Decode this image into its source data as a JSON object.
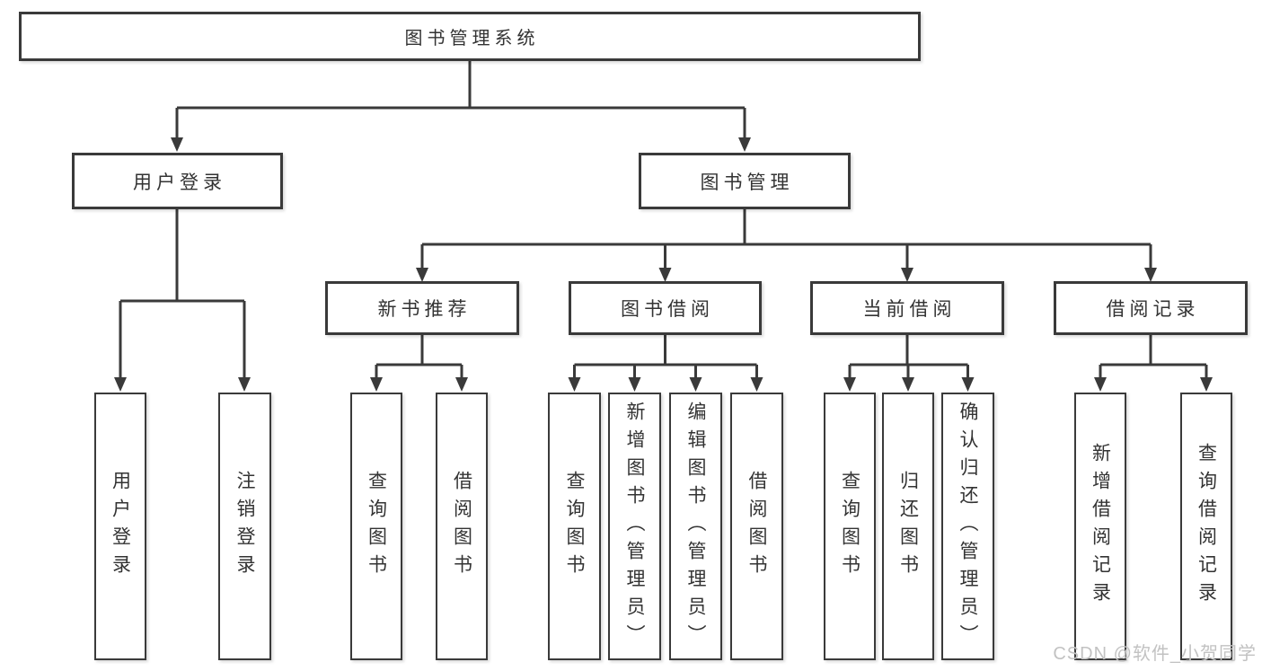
{
  "diagram": {
    "title": "图书管理系统",
    "watermark": "CSDN @软件_小贺同学",
    "colors": {
      "line": "#3a3a3a",
      "text": "#333333",
      "watermark": "#c2c2c2",
      "background": "#ffffff"
    },
    "root": {
      "id": "library-management-system",
      "label": "图书管理系统"
    },
    "level2": [
      {
        "id": "user-login",
        "label": "用户登录",
        "parent": "library-management-system"
      },
      {
        "id": "book-management",
        "label": "图书管理",
        "parent": "library-management-system"
      }
    ],
    "level3": [
      {
        "id": "new-book-recommend",
        "label": "新书推荐",
        "parent": "book-management"
      },
      {
        "id": "book-borrow",
        "label": "图书借阅",
        "parent": "book-management"
      },
      {
        "id": "current-borrow",
        "label": "当前借阅",
        "parent": "book-management"
      },
      {
        "id": "borrow-records",
        "label": "借阅记录",
        "parent": "book-management"
      }
    ],
    "leaves": [
      {
        "id": "leaf-user-login",
        "label": "用户登录",
        "parent": "user-login"
      },
      {
        "id": "leaf-logout",
        "label": "注销登录",
        "parent": "user-login"
      },
      {
        "id": "leaf-query-books-recommend",
        "label": "查询图书",
        "parent": "new-book-recommend"
      },
      {
        "id": "leaf-borrow-books-recommend",
        "label": "借阅图书",
        "parent": "new-book-recommend"
      },
      {
        "id": "leaf-query-books-borrow",
        "label": "查询图书",
        "parent": "book-borrow"
      },
      {
        "id": "leaf-add-books-admin",
        "label": "新增图书（管理员）",
        "parent": "book-borrow"
      },
      {
        "id": "leaf-edit-books-admin",
        "label": "编辑图书（管理员）",
        "parent": "book-borrow"
      },
      {
        "id": "leaf-borrow-books",
        "label": "借阅图书",
        "parent": "book-borrow"
      },
      {
        "id": "leaf-query-books-current",
        "label": "查询图书",
        "parent": "current-borrow"
      },
      {
        "id": "leaf-return-books",
        "label": "归还图书",
        "parent": "current-borrow"
      },
      {
        "id": "leaf-confirm-return-admin",
        "label": "确认归还（管理员）",
        "parent": "current-borrow"
      },
      {
        "id": "leaf-add-borrow-record",
        "label": "新增借阅记录",
        "parent": "borrow-records"
      },
      {
        "id": "leaf-query-borrow-record",
        "label": "查询借阅记录",
        "parent": "borrow-records"
      }
    ]
  }
}
